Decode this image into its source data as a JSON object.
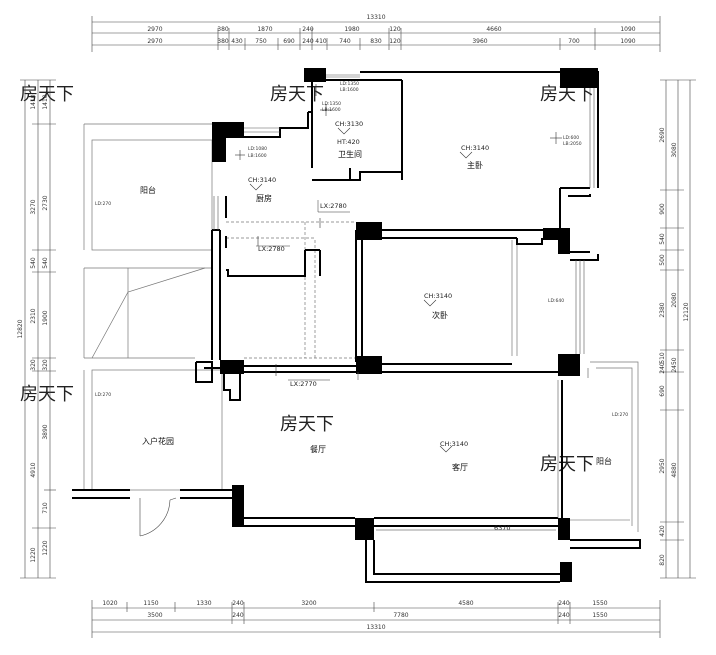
{
  "top_dims": {
    "total": "13310",
    "row1": [
      "2970",
      "380",
      "1870",
      "240",
      "1980",
      "120",
      "4660",
      "1090"
    ],
    "row2": [
      "2970",
      "380",
      "430",
      "750",
      "690",
      "240",
      "410",
      "740",
      "830",
      "120",
      "3960",
      "700",
      "1090"
    ]
  },
  "bottom_dims": {
    "row1": [
      "1020",
      "1150",
      "1330",
      "240",
      "3200",
      "4580",
      "240",
      "1550"
    ],
    "row2": [
      "3500",
      "240",
      "7780",
      "240",
      "1550"
    ],
    "total": "13310"
  },
  "left_dims": {
    "outer": [
      "1410",
      "3270",
      "540",
      "2310",
      "320",
      "4910",
      "1220"
    ],
    "inner": [
      "1410",
      "2730",
      "540",
      "1900",
      "320",
      "3890",
      "710",
      "1220"
    ],
    "total": "12820"
  },
  "right_dims": {
    "outer": [
      "3080",
      "2080",
      "2450",
      "4880"
    ],
    "inner": [
      "2690",
      "900",
      "540",
      "500",
      "2380",
      "510",
      "240",
      "690",
      "2950",
      "420",
      "820"
    ],
    "total": "12120"
  },
  "rooms": {
    "master_bedroom": "主卧",
    "master_ch": "CH:3140",
    "bathroom": "卫生间",
    "bath_ch": "CH:3130",
    "bath_ht": "HT:420",
    "kitchen": "厨房",
    "kitchen_ch": "CH:3140",
    "balcony_left": "阳台",
    "balcony_left_ld": "LD:270",
    "second_bedroom": "次卧",
    "second_ch": "CH:3140",
    "dining": "餐厅",
    "living": "客厅",
    "living_ch": "CH:3140",
    "entry_garden": "入户花园",
    "entry_ld": "LD:270",
    "balcony_right": "阳台",
    "balcony_right_ld": "LD:270",
    "ld640": "LD:640"
  },
  "beams": {
    "lx_2780_a": "LX:2780",
    "lx_2780_b": "LX:2780",
    "lx_2770": "LX:2770",
    "living_width": "6370"
  },
  "windows": {
    "w1350_1600_a": [
      "LD:1350",
      "LB:1600"
    ],
    "w1350_1600_b": [
      "LD:1350",
      "LB:1600"
    ],
    "w1080_1600": [
      "LD:1080",
      "LB:1600"
    ],
    "w600_2050": [
      "LD:600",
      "LB:2050"
    ]
  },
  "watermarks": [
    "房天下",
    "房天下",
    "房天下",
    "房天下",
    "房天下",
    "房天下"
  ]
}
